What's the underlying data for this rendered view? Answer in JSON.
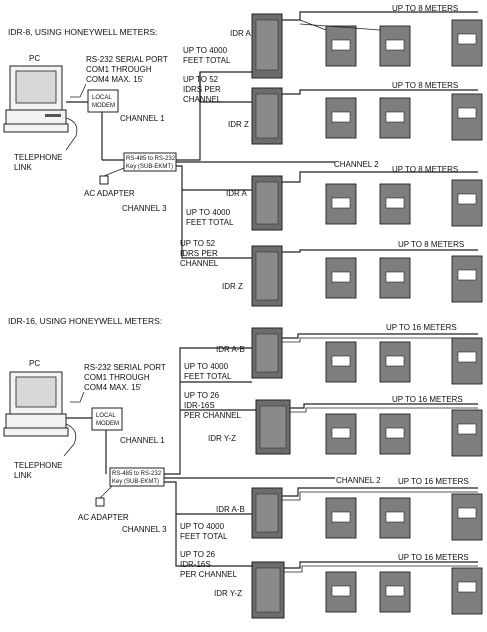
{
  "diagram_8": {
    "title": "IDR-8, USING HONEYWELL METERS:",
    "pc_label": "PC",
    "rs232_label": "RS-232 SERIAL PORT\nCOM1 THROUGH\nCOM4 MAX. 15'",
    "modem_label": "LOCAL\nMODEM",
    "telephone_label": "TELEPHONE\nLINK",
    "key_label": "RS-485 to RS-232\nKey (SUB-EKMT)",
    "ac_adapter_label": "AC ADAPTER",
    "channel1": "CHANNEL 1",
    "channel2": "CHANNEL 2",
    "channel3": "CHANNEL 3",
    "upto4000_a": "UP TO 4000\nFEET TOTAL",
    "upto52_a": "UP TO 52\nIDRS PER\nCHANNEL",
    "upto4000_b": "UP TO 4000\nFEET TOTAL",
    "upto52_b": "UP TO 52\nIDRS PER\nCHANNEL",
    "idr_a1": "IDR A",
    "idr_z1": "IDR Z",
    "idr_a2": "IDR A",
    "idr_z2": "IDR Z",
    "meters_1": "UP TO 8 METERS",
    "meters_2": "UP TO 8 METERS",
    "meters_3": "UP TO 8 METERS",
    "meters_4": "UP TO 8 METERS"
  },
  "diagram_16": {
    "title": "IDR-16, USING HONEYWELL METERS:",
    "pc_label": "PC",
    "rs232_label": "RS-232 SERIAL PORT\nCOM1 THROUGH\nCOM4 MAX. 15'",
    "modem_label": "LOCAL\nMODEM",
    "telephone_label": "TELEPHONE\nLINK",
    "key_label": "RS-485 to RS-232\nKey (SUB-EKMT)",
    "ac_adapter_label": "AC ADAPTER",
    "channel1": "CHANNEL 1",
    "channel2": "CHANNEL 2",
    "channel3": "CHANNEL 3",
    "upto4000_a": "UP TO 4000\nFEET TOTAL",
    "upto26_a": "UP TO 26\nIDR-16S\nPER CHANNEL",
    "upto4000_b": "UP TO 4000\nFEET TOTAL",
    "upto26_b": "UP TO 26\nIDR-16S\nPER CHANNEL",
    "idr_ab1": "IDR A-B",
    "idr_yz1": "IDR Y-Z",
    "idr_ab2": "IDR A-B",
    "idr_yz2": "IDR Y-Z",
    "meters_1": "UP TO 16 METERS",
    "meters_2": "UP TO 16 METERS",
    "meters_3": "UP TO 16 METERS",
    "meters_4": "UP TO 16 METERS"
  }
}
